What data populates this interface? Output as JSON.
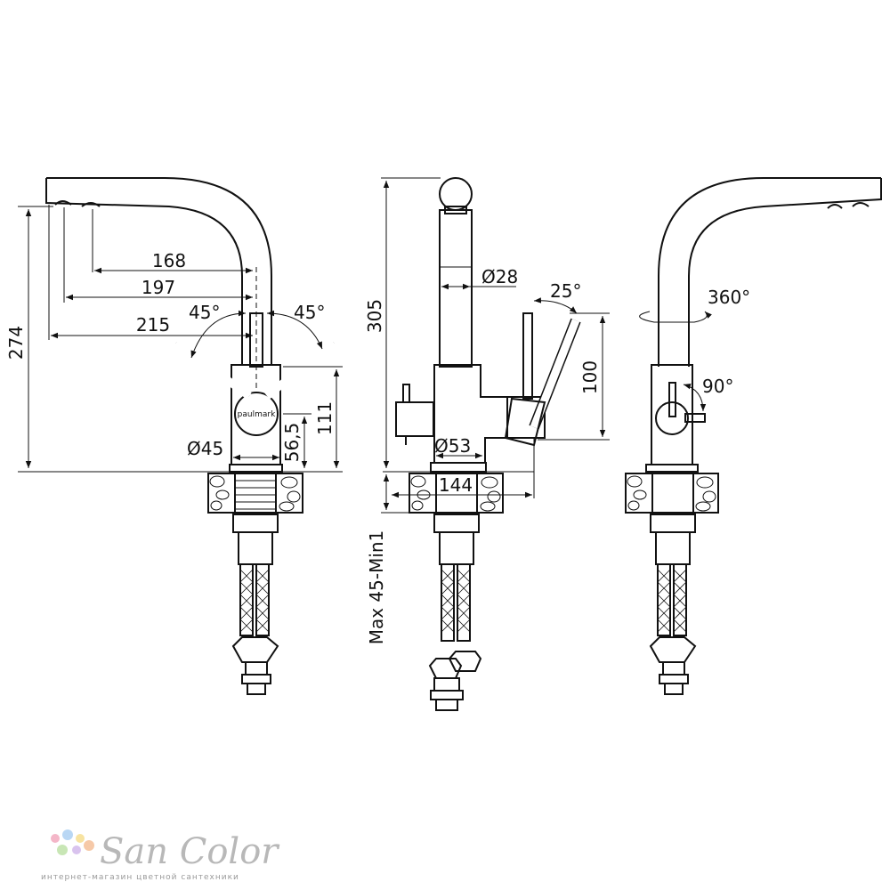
{
  "diagram": {
    "views": [
      "front-view",
      "side-view",
      "back-view"
    ],
    "front_view": {
      "dims": {
        "height": "274",
        "reach_1": "168",
        "reach_2": "197",
        "reach_3": "215",
        "angle_left": "45°",
        "angle_right": "45°",
        "base_diameter": "Ø45",
        "lever_height": "111",
        "body_height": "56,5"
      },
      "brand": "paulmark"
    },
    "side_view": {
      "dims": {
        "height": "305",
        "spout_diameter": "Ø28",
        "lever_angle": "25°",
        "lever_height": "100",
        "base_diameter": "Ø53",
        "depth": "144",
        "counter_thickness": "Max 45-Min1"
      }
    },
    "back_view": {
      "dims": {
        "rotation": "360°",
        "lever_rotation": "90°"
      }
    }
  },
  "watermark": {
    "title": "San Color",
    "subtitle": "интернет-магазин цветной сантехники",
    "dot_colors": [
      "#f4b6c8",
      "#b9d7f4",
      "#f7e3a1",
      "#c8e6b5",
      "#d9c3ee",
      "#f6c9a8"
    ]
  }
}
